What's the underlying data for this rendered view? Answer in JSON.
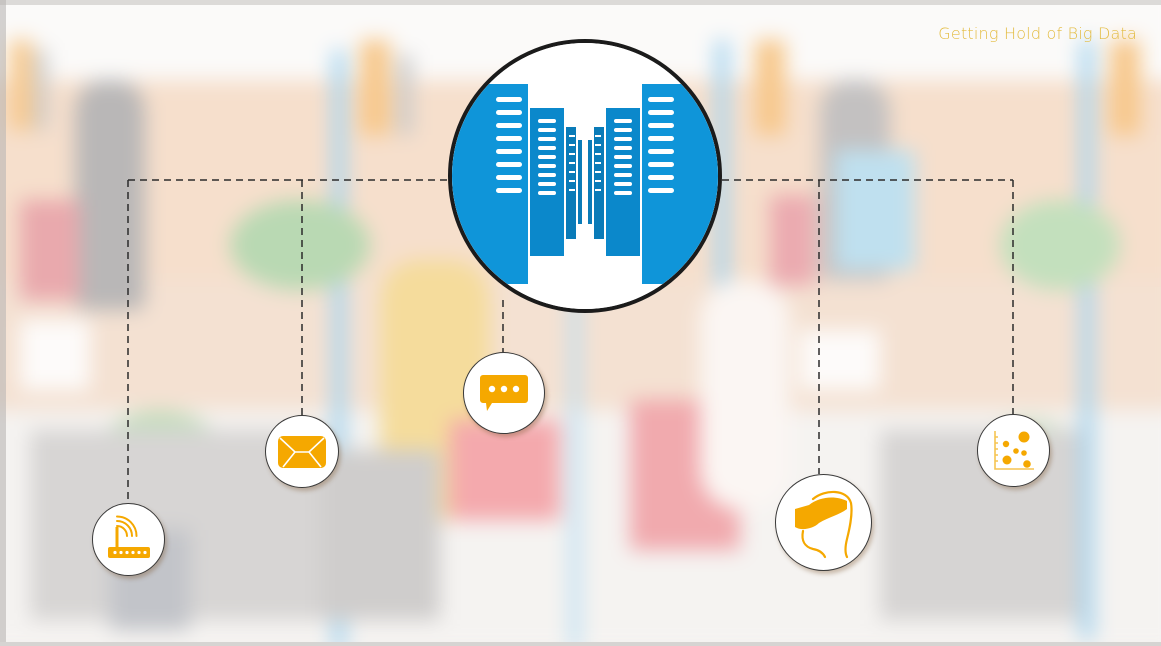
{
  "header": {
    "title": "Getting Hold of Big Data"
  },
  "hub": {
    "icon": "server-racks-icon",
    "label": "Data center",
    "fill_color": "#0f95d9",
    "dark_fill_color": "#0a82c3",
    "border_color": "#1b1b1b"
  },
  "nodes": [
    {
      "id": "router",
      "icon": "wifi-router-icon",
      "label": "Router / IoT"
    },
    {
      "id": "email",
      "icon": "envelope-icon",
      "label": "Email"
    },
    {
      "id": "chat",
      "icon": "chat-bubble-icon",
      "label": "Messaging"
    },
    {
      "id": "vr",
      "icon": "vr-headset-icon",
      "label": "Virtual reality"
    },
    {
      "id": "scatter",
      "icon": "scatter-plot-icon",
      "label": "Analytics"
    }
  ],
  "colors": {
    "accent": "#f5a800",
    "title": "#e3bb3f",
    "connector": "#2b2b2b"
  }
}
